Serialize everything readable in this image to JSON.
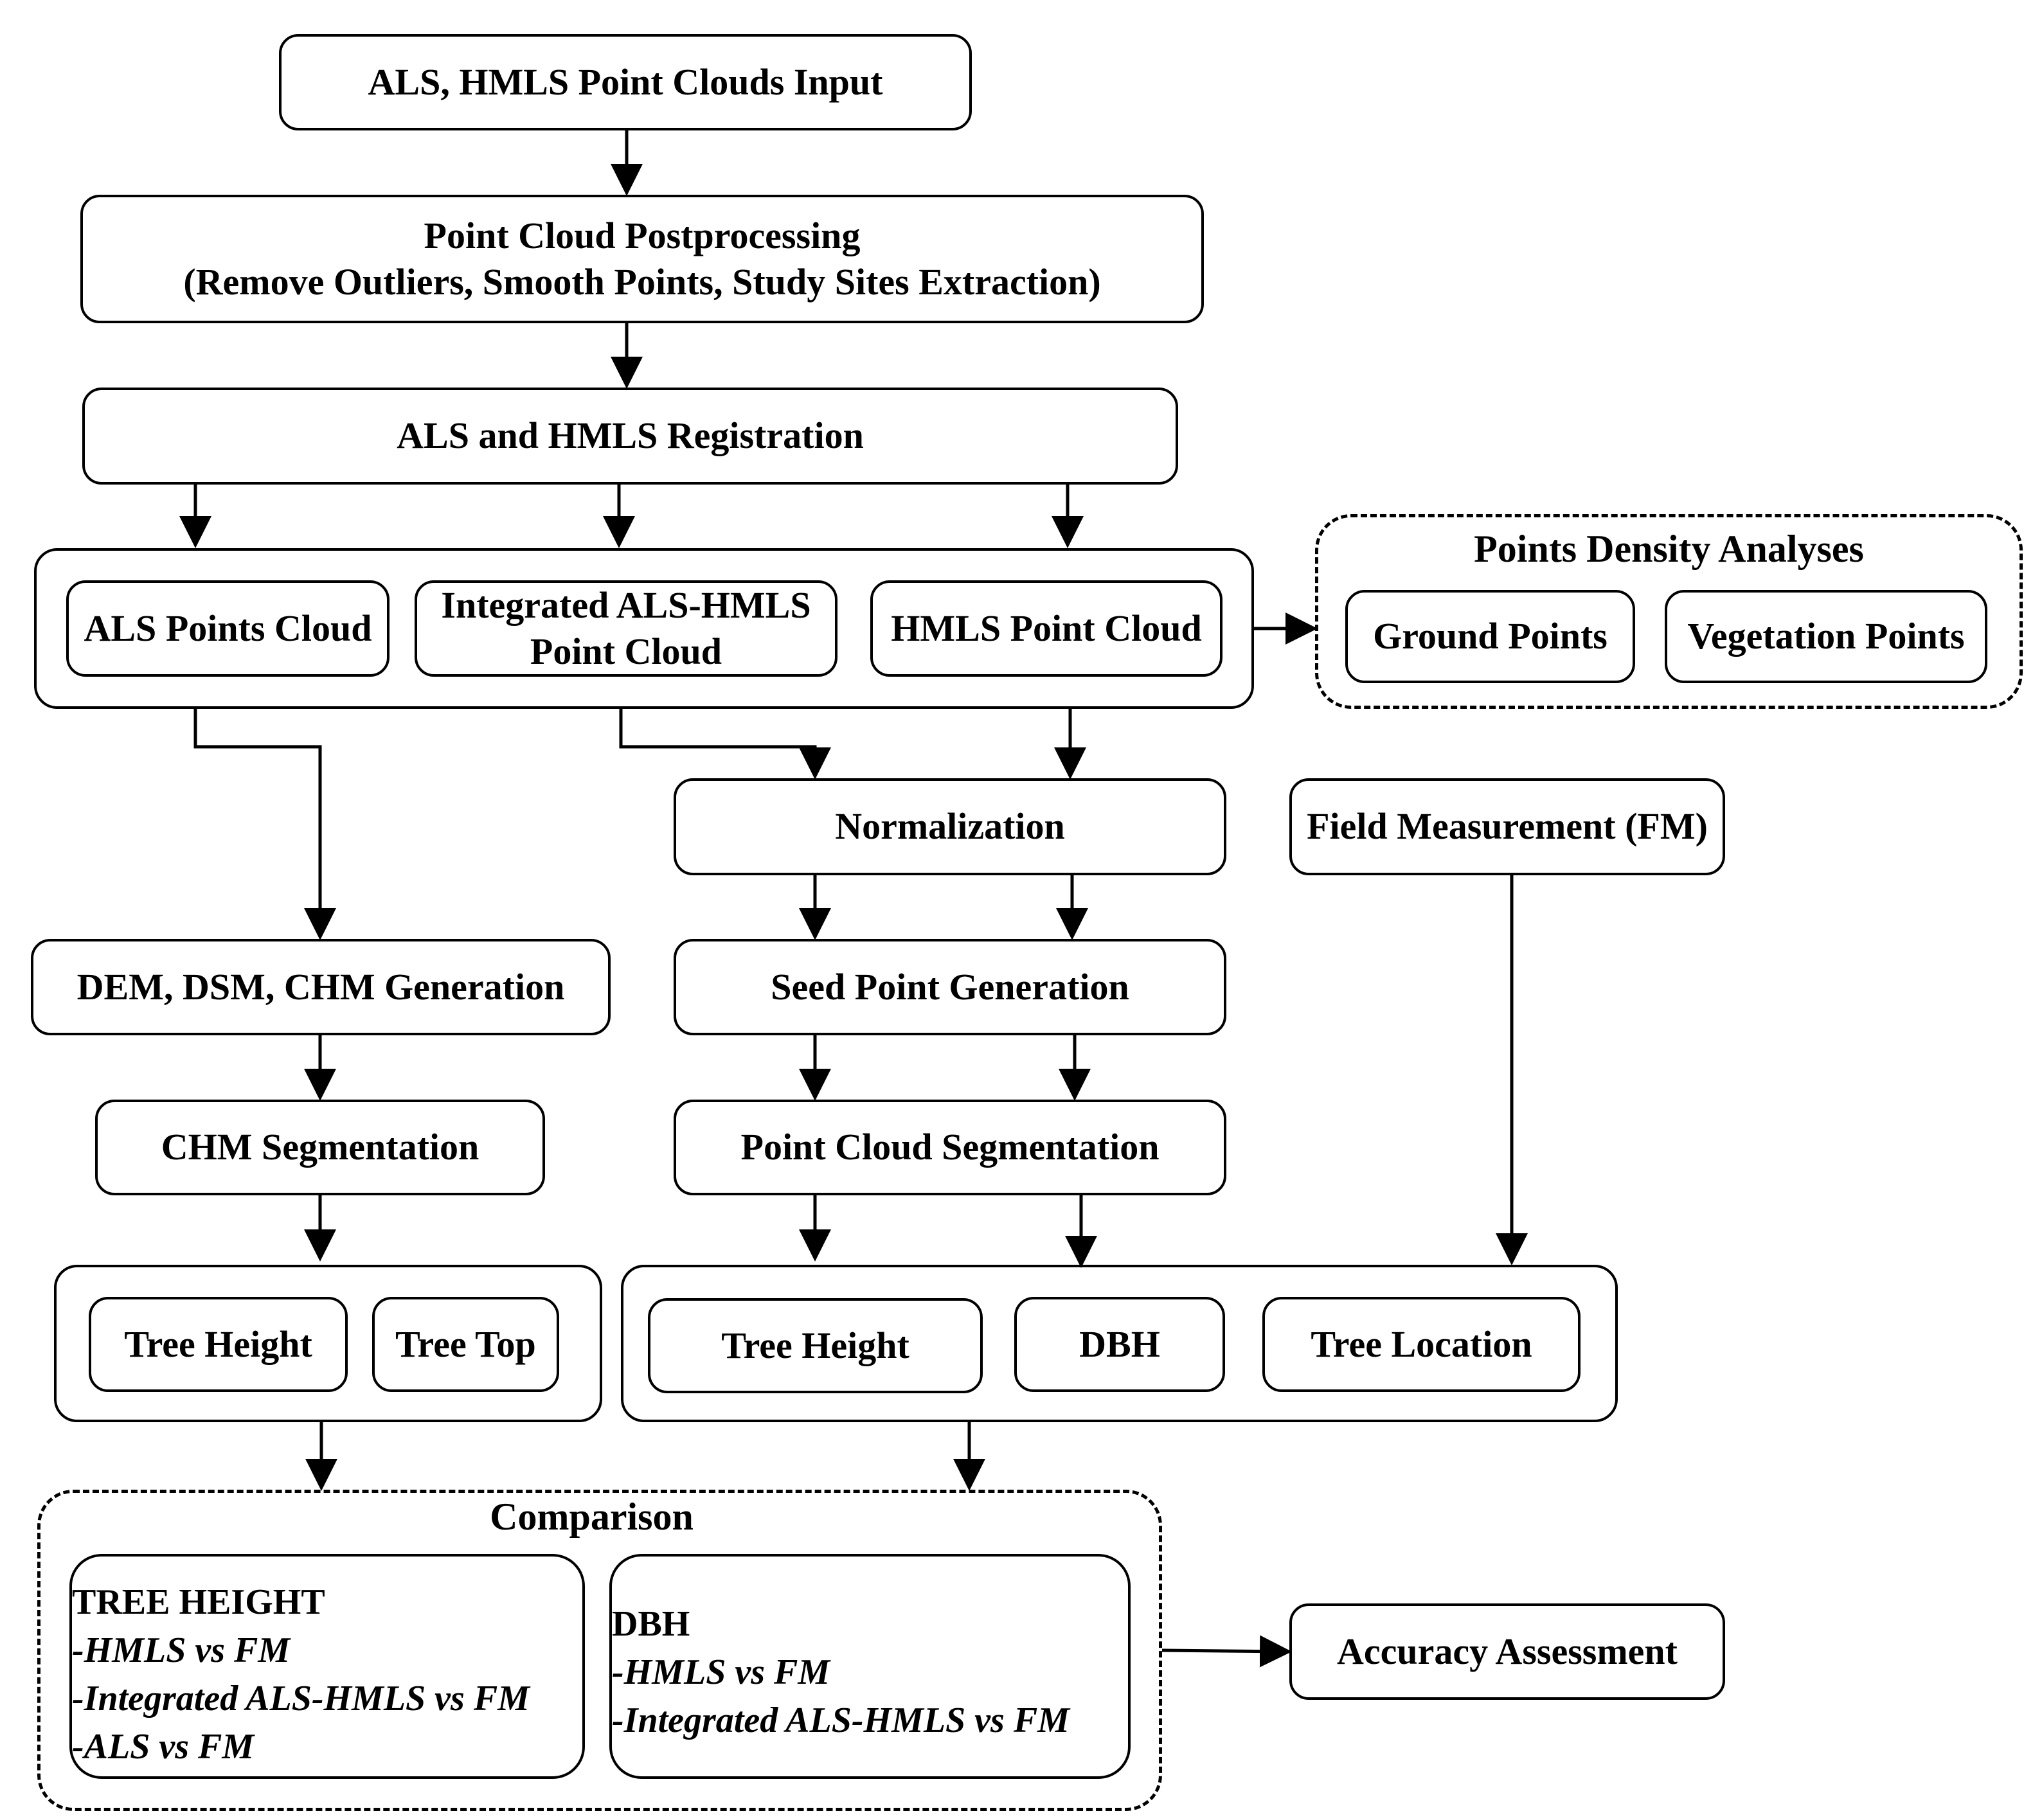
{
  "boxes": {
    "input": "ALS, HMLS Point Clouds Input",
    "postprocessing_line1": "Point Cloud Postprocessing",
    "postprocessing_line2": "(Remove Outliers, Smooth Points, Study Sites Extraction)",
    "registration": "ALS and HMLS Registration",
    "als_cloud": "ALS Points Cloud",
    "integrated_line1": "Integrated ALS-HMLS",
    "integrated_line2": "Point Cloud",
    "hmls_cloud": "HMLS Point Cloud",
    "density_title": "Points Density Analyses",
    "ground_points": "Ground Points",
    "vegetation_points": "Vegetation Points",
    "normalization": "Normalization",
    "field_measurement": "Field Measurement (FM)",
    "dem_generation": "DEM, DSM, CHM Generation",
    "seed_point": "Seed Point Generation",
    "chm_segmentation": "CHM Segmentation",
    "pc_segmentation": "Point Cloud Segmentation",
    "tree_height_left": "Tree Height",
    "tree_top": "Tree Top",
    "tree_height_right": "Tree Height",
    "dbh": "DBH",
    "tree_location": "Tree Location",
    "comparison": "Comparison",
    "accuracy": "Accuracy Assessment"
  },
  "comparison": {
    "tree_height": {
      "heading": "TREE HEIGHT",
      "items": [
        "-HMLS vs FM",
        "-Integrated ALS-HMLS vs FM",
        "-ALS vs FM"
      ]
    },
    "dbh": {
      "heading": "DBH",
      "items": [
        "-HMLS vs FM",
        "-Integrated ALS-HMLS vs FM"
      ]
    }
  }
}
